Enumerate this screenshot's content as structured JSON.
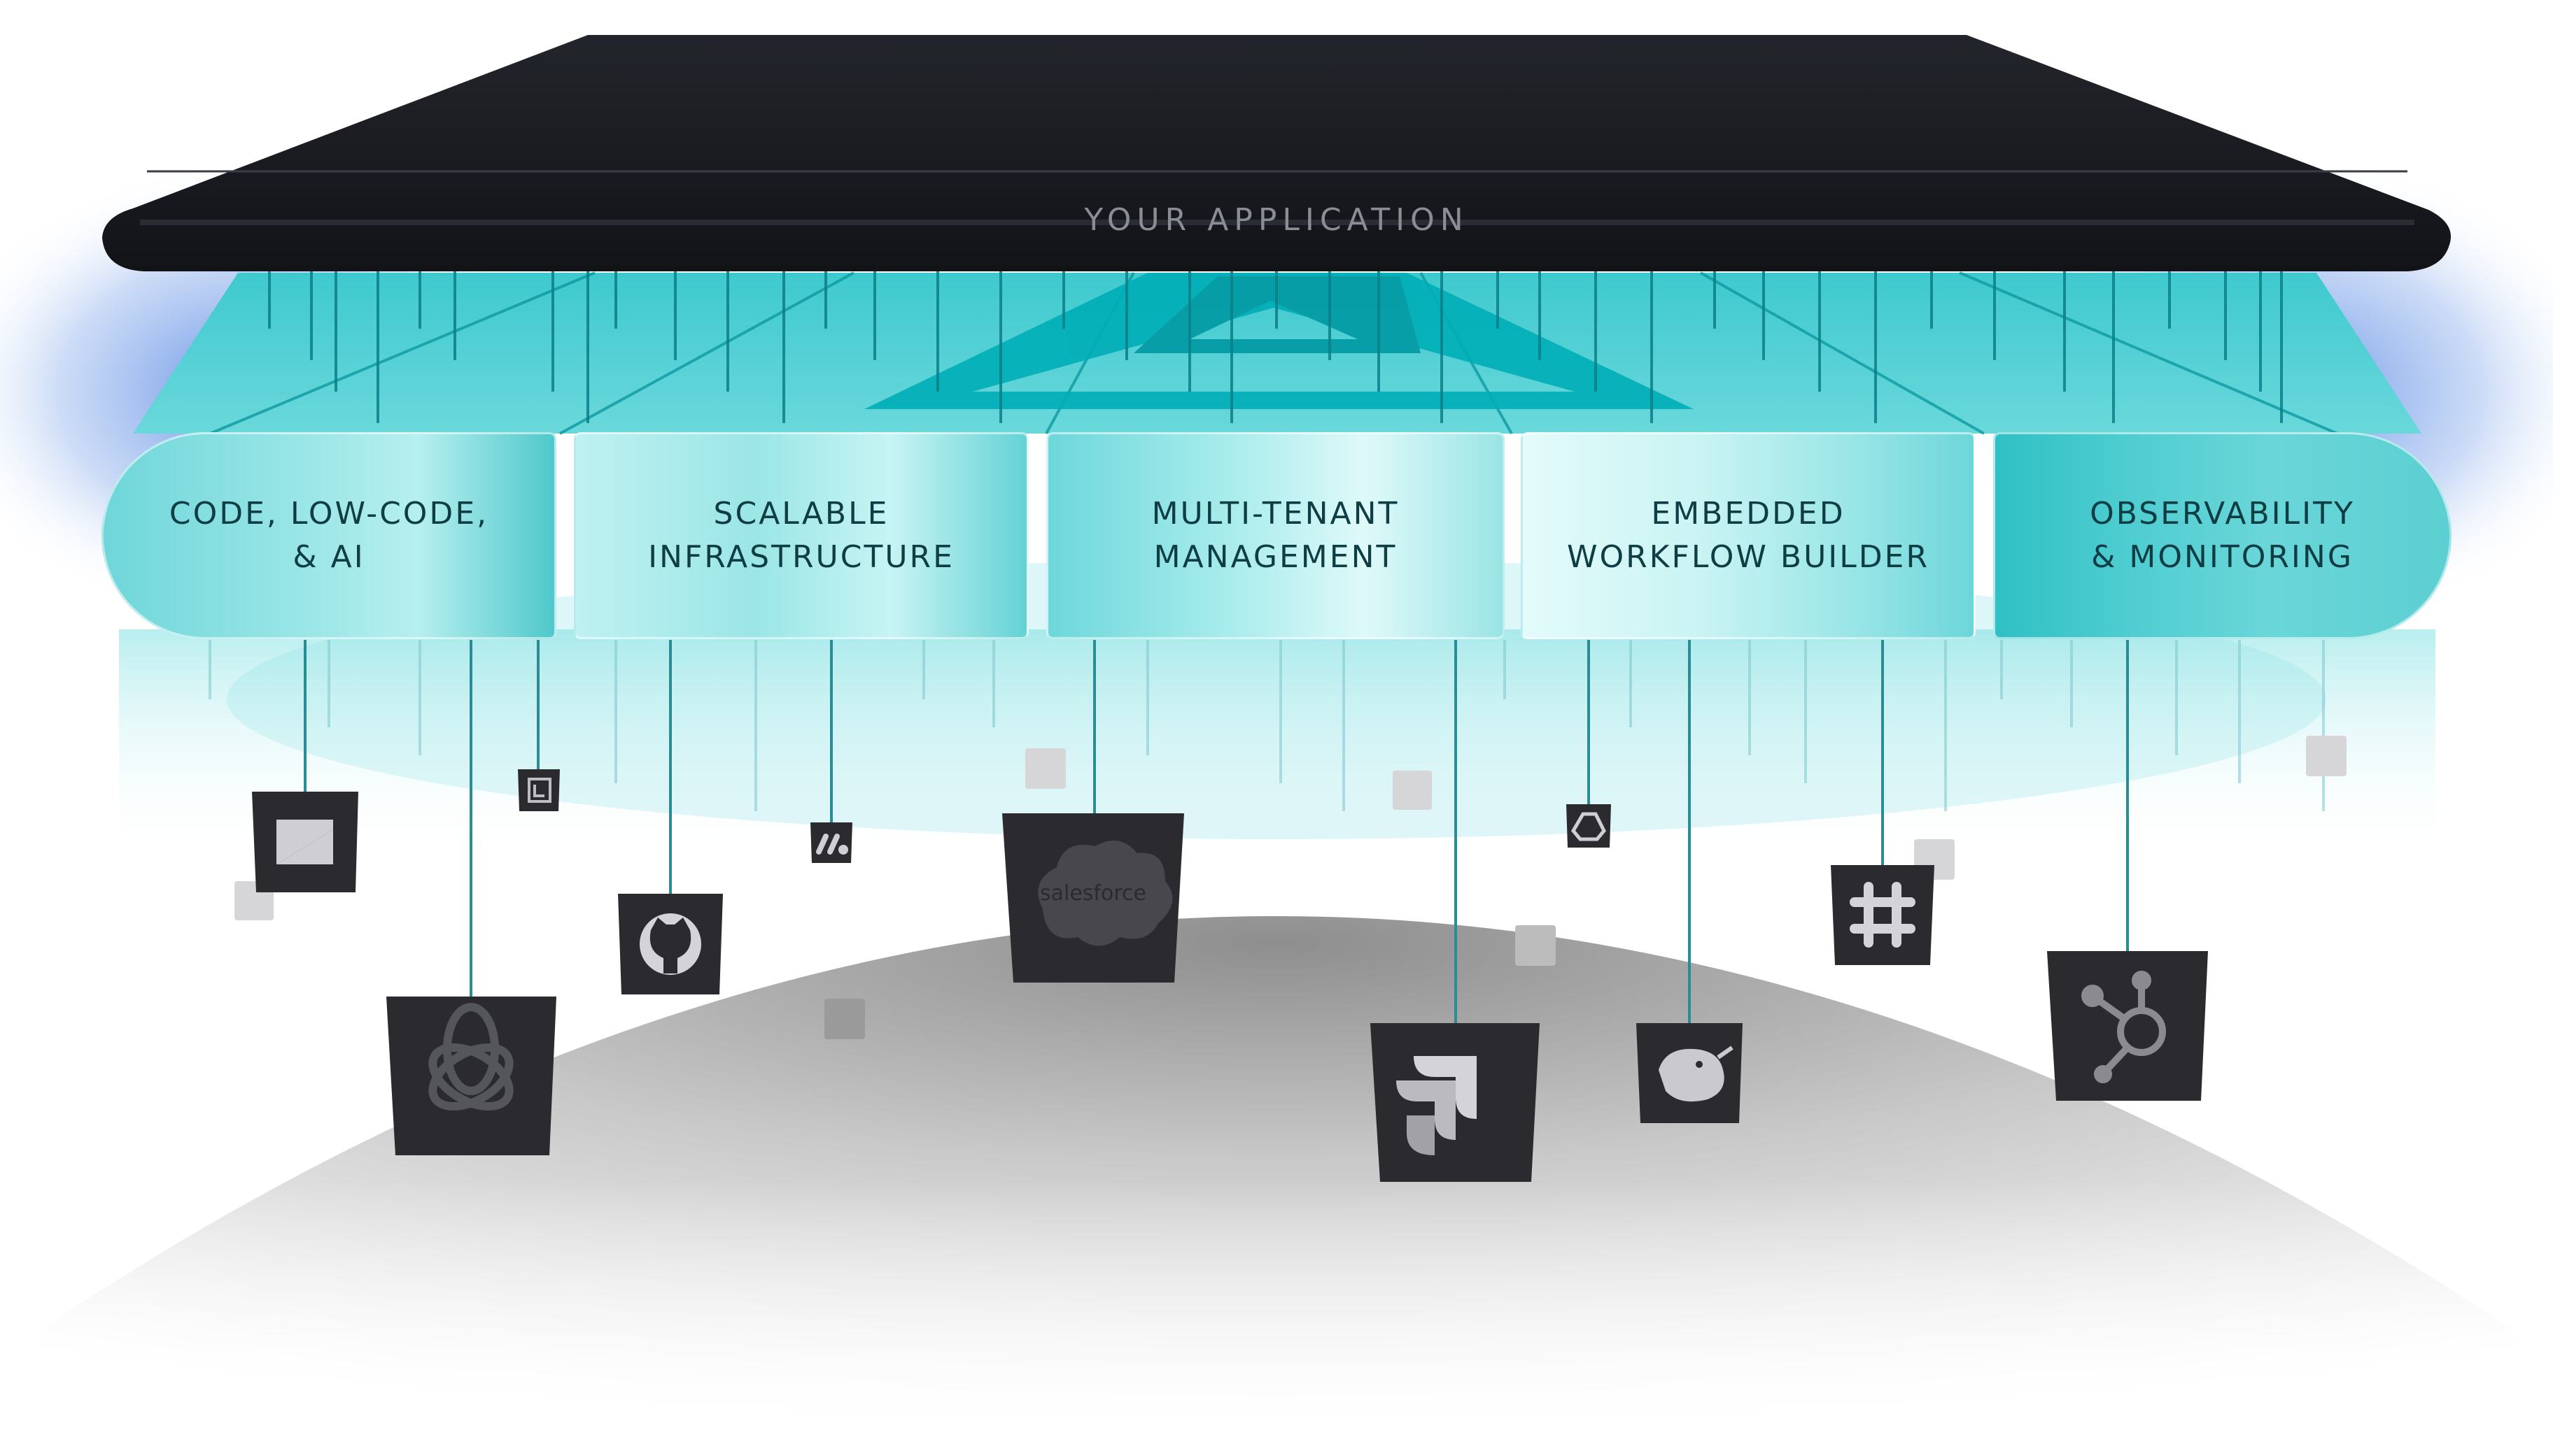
{
  "app": {
    "label": "YOUR APPLICATION"
  },
  "pillars": [
    {
      "label": "CODE, LOW-CODE,\n& AI"
    },
    {
      "label": "SCALABLE\nINFRASTRUCTURE"
    },
    {
      "label": "MULTI-TENANT\nMANAGEMENT"
    },
    {
      "label": "EMBEDDED\nWORKFLOW BUILDER"
    },
    {
      "label": "OBSERVABILITY\n& MONITORING"
    }
  ],
  "integrations": [
    {
      "icon": "zendesk-icon"
    },
    {
      "icon": "openai-icon"
    },
    {
      "icon": "small-app-icon"
    },
    {
      "icon": "github-icon"
    },
    {
      "icon": "monday-icon"
    },
    {
      "icon": "salesforce-icon",
      "text": "salesforce"
    },
    {
      "icon": "jira-icon"
    },
    {
      "icon": "google-drive-icon"
    },
    {
      "icon": "deepseek-icon"
    },
    {
      "icon": "slack-icon"
    },
    {
      "icon": "hubspot-icon"
    }
  ],
  "colors": {
    "app_bar": "#16171c",
    "teal": "#5fd4d7",
    "teal_dark": "#00b3bb",
    "tile": "#2b2b2f",
    "globe": "#9b9b9b"
  }
}
